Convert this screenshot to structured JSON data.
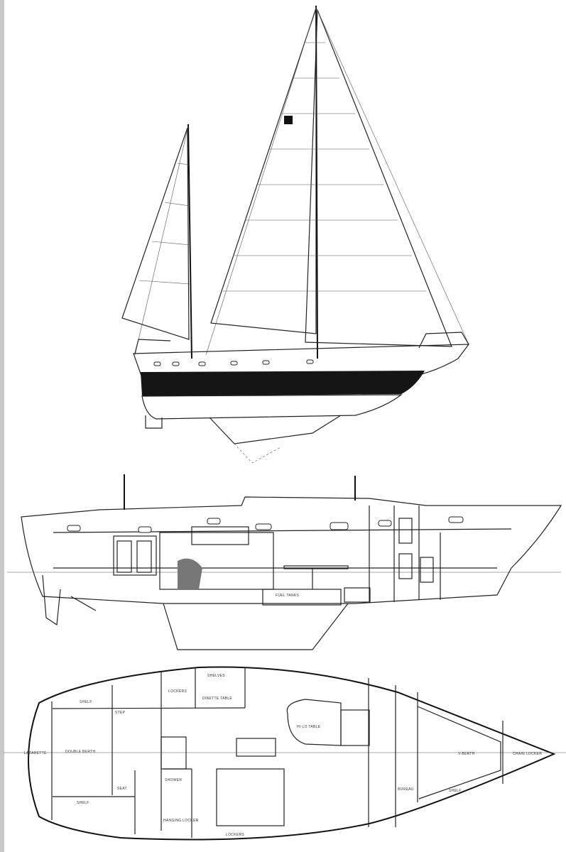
{
  "colors": {
    "ink": "#222222",
    "hull_band": "#151515",
    "background": "#ffffff"
  },
  "accommodation_labels": {
    "shelves": "SHELVES",
    "lockers_top": "LOCKERS",
    "dinette_table": "DINETTE TABLE",
    "shelf_top": "SHELF",
    "double_berth": "DOUBLE BERTH",
    "lazarette": "LAZARETTE",
    "step": "STEP",
    "shower": "SHOWER",
    "seat": "SEAT",
    "lockers_bottom": "LOCKERS",
    "hanging_locker": "HANGING LOCKER",
    "shelf_bottom": "SHELF",
    "hi_lo_table": "HI-LO TABLE",
    "v_berth": "V-BERTH",
    "chain_locker": "CHAIN LOCKER",
    "bureau": "BUREAU",
    "shelf_fwd": "SHELF",
    "fuel_tanks": "FUEL TANKS"
  }
}
